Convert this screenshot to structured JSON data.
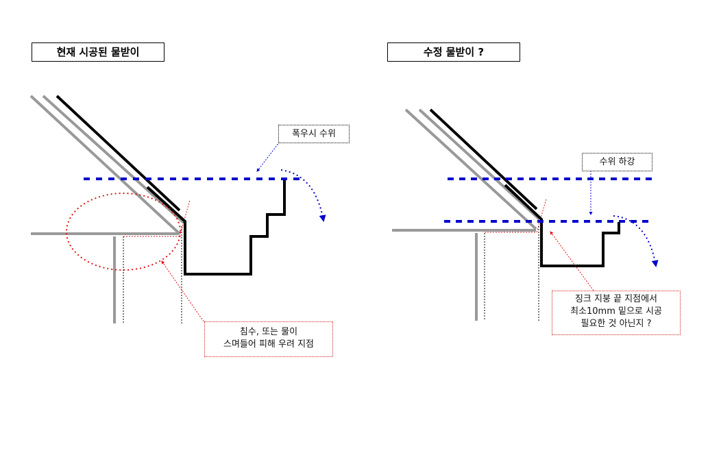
{
  "left_panel": {
    "title": "현재 시공된 물받이",
    "water_level_label": "폭우시 수위",
    "warning_line1": "침수, 또는 물이",
    "warning_line2": "스며들어 피해 우려 지점"
  },
  "right_panel": {
    "title": "수정 물받이 ?",
    "water_drop_label": "수위 하강",
    "note_line1": "징크 지붕 끝 지점에서",
    "note_line2": "최소10mm 밑으로 시공",
    "note_line3": "필요한 것 아닌지 ?"
  },
  "colors": {
    "water": "#0000cc",
    "warning": "#e01010",
    "roof_gray": "#999999",
    "gutter": "#000000"
  }
}
